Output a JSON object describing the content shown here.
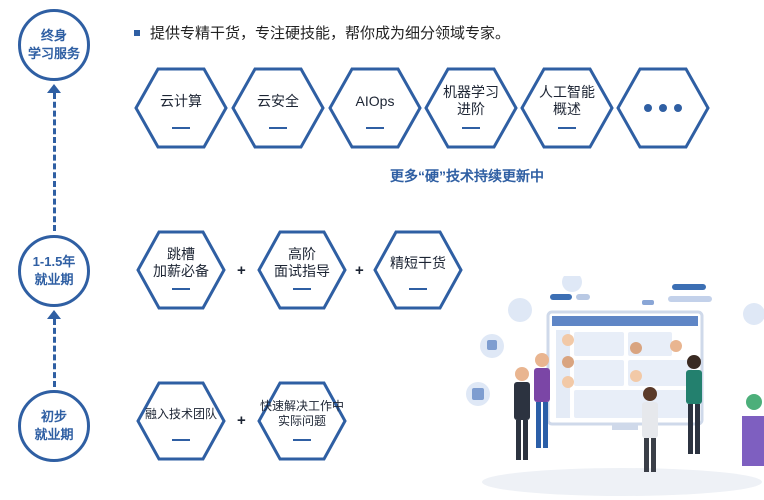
{
  "stages": {
    "top": "终身\n学习服务",
    "middle": "1-1.5年\n就业期",
    "bottom": "初步\n就业期"
  },
  "intro_text": "提供专精干货，专注硬技能，帮你成为细分领域专家。",
  "lifelong_topics": [
    "云计算",
    "云安全",
    "AIOps",
    "机器学习\n进阶",
    "人工智能\n概述"
  ],
  "more_note": "更多“硬”技术持续更新中",
  "employment_topics": [
    "跳槽\n加薪必备",
    "高阶\n面试指导",
    "精短干货"
  ],
  "junior_topics": [
    "融入技术团队",
    "快速解决工作中\n实际问题"
  ],
  "plus_sign": "+",
  "colors": {
    "accent": "#2f5fa3"
  }
}
